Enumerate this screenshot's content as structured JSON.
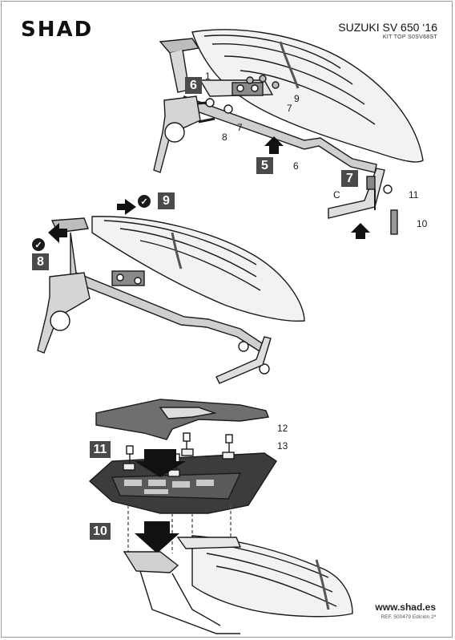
{
  "header": {
    "brand": "SHAD",
    "model": "SUZUKI SV 650 ‘16",
    "kit": "KIT TOP S0SV68ST"
  },
  "steps": {
    "s5": "5",
    "s6": "6",
    "s7": "7",
    "s8": "8",
    "s9": "9",
    "s10": "10",
    "s11": "11"
  },
  "callouts": {
    "c1": "1",
    "c6": "6",
    "c7a": "7",
    "c7b": "7",
    "c8": "8",
    "c9": "9",
    "cC": "C",
    "c11": "11",
    "c10": "10",
    "c12": "12",
    "c13": "13"
  },
  "check_glyph": "✓",
  "footer": {
    "site": "www.shad.es",
    "ref": "REF. 500479 Edición 2ª"
  },
  "colors": {
    "step_box": "#4a4a4a",
    "line": "#1a1a1a",
    "metal": "#cfcfcf",
    "plate": "#3c3c3c"
  }
}
